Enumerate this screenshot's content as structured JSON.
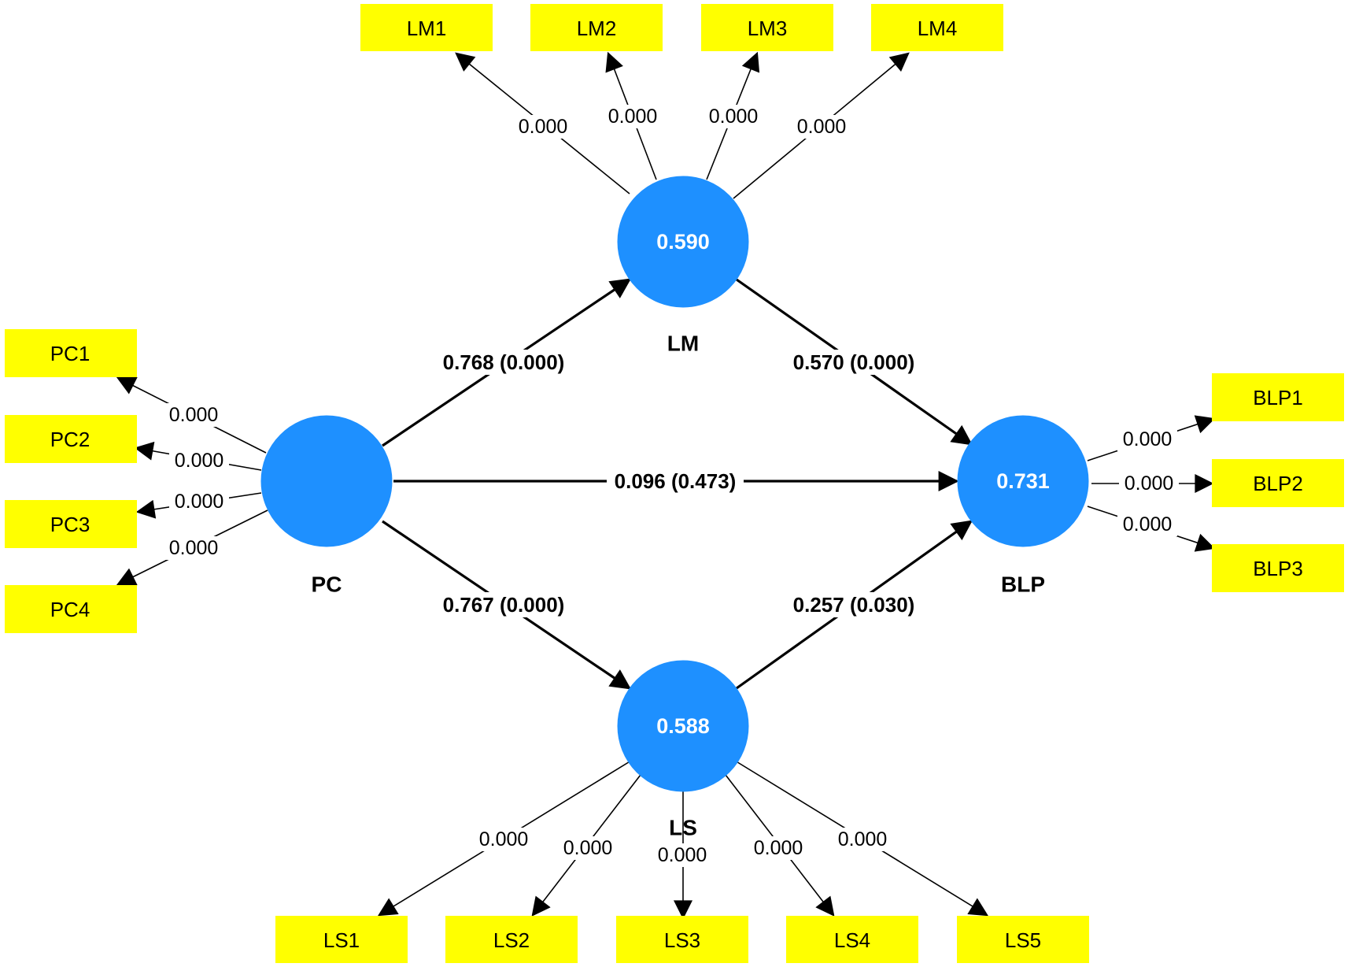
{
  "constructs": {
    "PC": {
      "label": "PC",
      "value": ""
    },
    "LM": {
      "label": "LM",
      "value": "0.590"
    },
    "BLP": {
      "label": "BLP",
      "value": "0.731"
    },
    "LS": {
      "label": "LS",
      "value": "0.588"
    }
  },
  "indicators": {
    "LM1": "LM1",
    "LM2": "LM2",
    "LM3": "LM3",
    "LM4": "LM4",
    "PC1": "PC1",
    "PC2": "PC2",
    "PC3": "PC3",
    "PC4": "PC4",
    "BLP1": "BLP1",
    "BLP2": "BLP2",
    "BLP3": "BLP3",
    "LS1": "LS1",
    "LS2": "LS2",
    "LS3": "LS3",
    "LS4": "LS4",
    "LS5": "LS5"
  },
  "loadings": {
    "LM1": "0.000",
    "LM2": "0.000",
    "LM3": "0.000",
    "LM4": "0.000",
    "PC1": "0.000",
    "PC2": "0.000",
    "PC3": "0.000",
    "PC4": "0.000",
    "BLP1": "0.000",
    "BLP2": "0.000",
    "BLP3": "0.000",
    "LS1": "0.000",
    "LS2": "0.000",
    "LS3": "0.000",
    "LS4": "0.000",
    "LS5": "0.000"
  },
  "paths": {
    "PC_LM": "0.768 (0.000)",
    "LM_BLP": "0.570 (0.000)",
    "PC_BLP": "0.096 (0.473)",
    "PC_LS": "0.767 (0.000)",
    "LS_BLP": "0.257 (0.030)"
  },
  "colors": {
    "indicator_fill": "#ffff00",
    "construct_fill": "#1e90ff",
    "arrow": "#000000"
  }
}
